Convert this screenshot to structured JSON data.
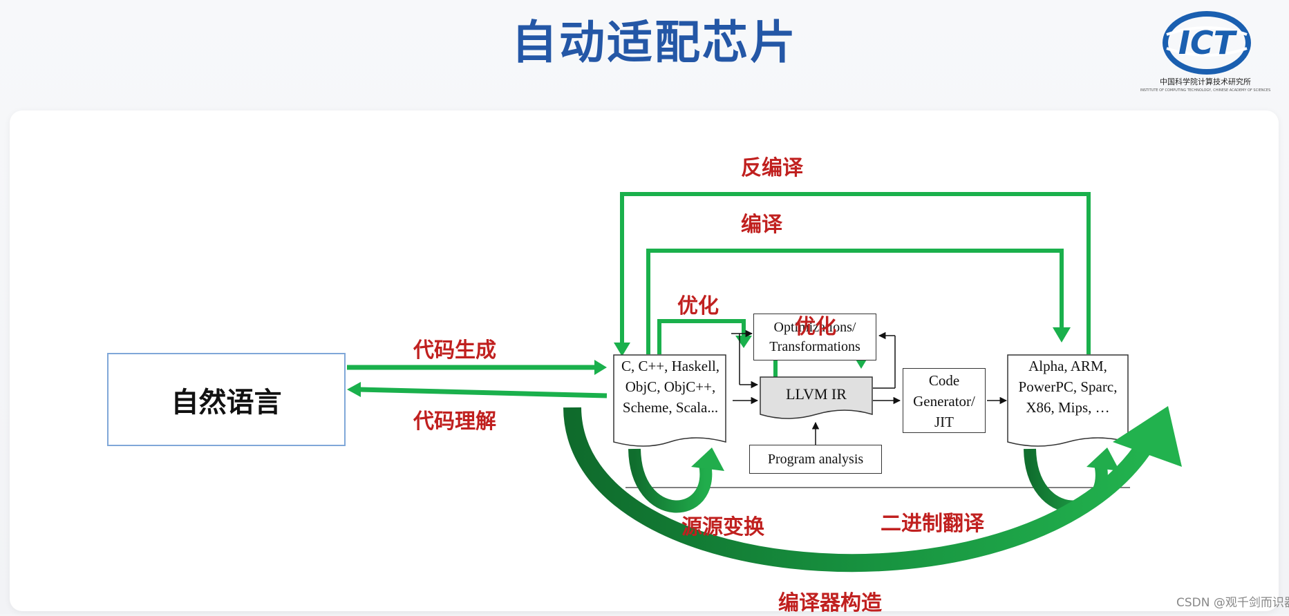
{
  "title": "自动适配芯片",
  "logo": {
    "text": "ICT",
    "subtitle": "中国科学院计算技术研究所",
    "subtitle_en": "INSTITUTE OF COMPUTING TECHNOLOGY, CHINESE ACADEMY OF SCIENCES"
  },
  "natural_language": "自然语言",
  "labels": {
    "decompile": "反编译",
    "compile": "编译",
    "optimize_1": "优化",
    "optimize_2": "优化",
    "code_gen": "代码生成",
    "code_understand": "代码理解",
    "source_transform": "源源变换",
    "binary_translate": "二进制翻译",
    "compiler_build": "编译器构造"
  },
  "source_langs": [
    "C, C++, Haskell,",
    "ObjC, ObjC++,",
    "Scheme, Scala..."
  ],
  "optimizations": [
    "Optimizations/",
    "Transformations"
  ],
  "llvm_ir": "LLVM IR",
  "code_generator": [
    "Code",
    "Generator/",
    "JIT"
  ],
  "targets": [
    "Alpha, ARM,",
    "PowerPC, Sparc,",
    "X86, Mips, …"
  ],
  "program_analysis": "Program analysis",
  "watermark": "CSDN @观千剑而识器",
  "colors": {
    "title": "#2457a6",
    "arrow_green": "#1ab04c",
    "label_red": "#c0201f",
    "box_border": "#7fa7d8"
  }
}
